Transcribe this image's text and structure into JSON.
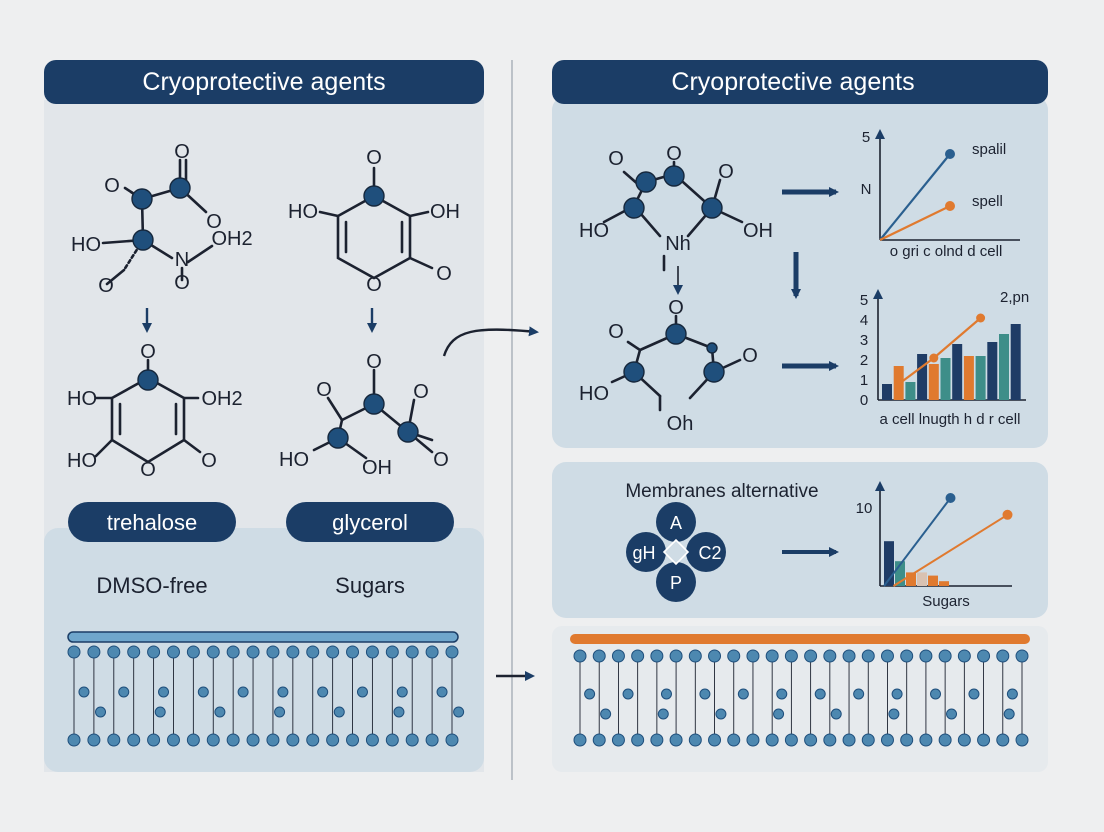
{
  "left_panel": {
    "title": "Cryoprotective agents",
    "molecules": {
      "m1_labels": [
        "O",
        "O",
        "O",
        "HO",
        "OH2",
        "N",
        "O"
      ],
      "m2_labels": [
        "O",
        "HO",
        "OH",
        "O",
        "O"
      ],
      "m3_labels": [
        "O",
        "HO",
        "OH2",
        "HO",
        "O",
        "O"
      ],
      "m4_labels": [
        "O",
        "O",
        "O",
        "HO",
        "OH",
        "O"
      ]
    },
    "pills": [
      "trehalose",
      "glycerol"
    ],
    "captions": [
      "DMSO-free",
      "Sugars"
    ]
  },
  "right_panel": {
    "title": "Cryoprotective agents",
    "molecules": {
      "m5_labels": [
        "O",
        "O",
        "HO",
        "OH",
        "Nh",
        "O"
      ],
      "m6_labels": [
        "O",
        "O",
        "HO",
        "O",
        "Oh"
      ]
    },
    "membranes_box": {
      "title": "Membranes alternative",
      "petals": [
        "A",
        "gH",
        "C2",
        "P"
      ]
    }
  },
  "charts": {
    "line_chart": {
      "y_ticks": [
        "5",
        "N"
      ],
      "legend": [
        "spalil",
        "spell"
      ],
      "xlabel": "o gri  c olnd  d cell"
    },
    "bar_chart": {
      "y_ticks": [
        "5",
        "4",
        "3",
        "2",
        "1",
        "0"
      ],
      "annotation": "2,pn",
      "xlabel": "a cell  lnugth  h d  r cell"
    },
    "small_chart": {
      "y_ticks": [
        "10"
      ],
      "xlabel": "Sugars"
    }
  },
  "chart_data": [
    {
      "type": "line",
      "title": "",
      "xlabel": "o gri  c olnd  d cell",
      "ylabel": "",
      "y_ticks": [
        "5",
        "N"
      ],
      "series": [
        {
          "name": "spalil",
          "x": [
            0,
            1
          ],
          "y": [
            0,
            4.3
          ],
          "color": "#2a5f8f"
        },
        {
          "name": "spell",
          "x": [
            0,
            1
          ],
          "y": [
            0,
            1.7
          ],
          "color": "#e07a2f"
        }
      ]
    },
    {
      "type": "bar",
      "title": "",
      "xlabel": "a cell  lnugth  h d  r cell",
      "ylim": [
        0,
        5
      ],
      "y_ticks": [
        0,
        1,
        2,
        3,
        4,
        5
      ],
      "annotation": "2,pn",
      "bars": [
        {
          "value": 0.8,
          "color": "#1f3c66"
        },
        {
          "value": 1.7,
          "color": "#e07a2f"
        },
        {
          "value": 0.9,
          "color": "#3e8e89"
        },
        {
          "value": 2.3,
          "color": "#1f3c66"
        },
        {
          "value": 1.8,
          "color": "#e07a2f"
        },
        {
          "value": 2.1,
          "color": "#3e8e89"
        },
        {
          "value": 2.8,
          "color": "#1f3c66"
        },
        {
          "value": 2.2,
          "color": "#e07a2f"
        },
        {
          "value": 2.2,
          "color": "#3e8e89"
        },
        {
          "value": 2.9,
          "color": "#1f3c66"
        },
        {
          "value": 3.3,
          "color": "#3e8e89"
        },
        {
          "value": 3.8,
          "color": "#1f3c66"
        }
      ],
      "line": {
        "x": [
          1,
          4,
          8
        ],
        "y": [
          0.8,
          2.1,
          4.1
        ],
        "color": "#e07a2f"
      }
    },
    {
      "type": "bar",
      "title": "",
      "xlabel": "Sugars",
      "ylim": [
        0,
        12
      ],
      "y_ticks": [
        10
      ],
      "bars": [
        {
          "value": 5.6,
          "color": "#1f3c66"
        },
        {
          "value": 3.1,
          "color": "#3e8e89"
        },
        {
          "value": 1.7,
          "color": "#e07a2f"
        },
        {
          "value": 1.7,
          "color": "#d9c2b2"
        },
        {
          "value": 1.3,
          "color": "#e07a2f"
        },
        {
          "value": 0.6,
          "color": "#e07a2f"
        }
      ],
      "lines": [
        {
          "x": [
            0,
            3.5
          ],
          "y": [
            0,
            11.0
          ],
          "color": "#2a5f8f"
        },
        {
          "x": [
            0.5,
            6.5
          ],
          "y": [
            0,
            8.9
          ],
          "color": "#e07a2f"
        }
      ]
    }
  ],
  "colors": {
    "navy": "#1b3d66",
    "panel": "#cfdce5",
    "membrane_blue": "#4d88b0",
    "orange": "#e07a2f",
    "teal": "#3e8e89"
  },
  "icons": [
    "arrow-down-icon",
    "arrow-right-icon",
    "curved-arrow-icon"
  ]
}
